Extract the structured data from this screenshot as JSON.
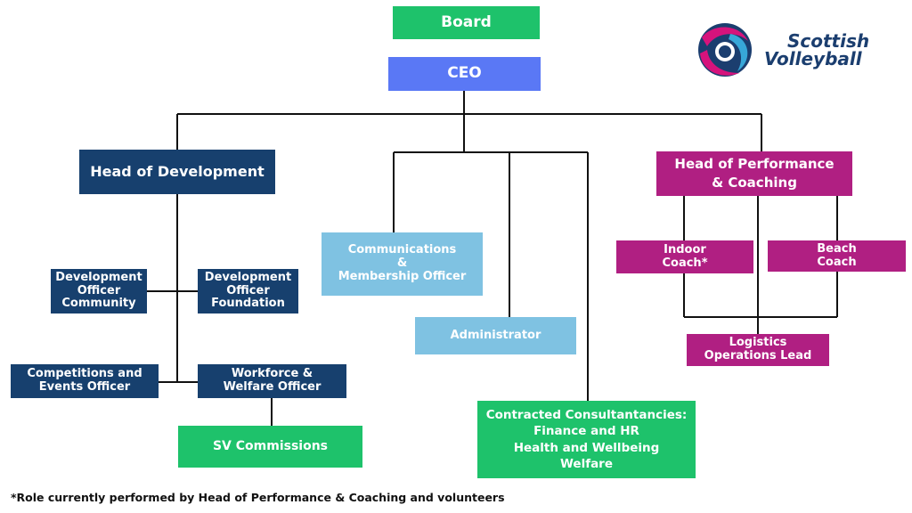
{
  "logo": {
    "line1": "Scottish",
    "line2": "Volleyball"
  },
  "nodes": {
    "board": {
      "label": "Board",
      "color": "#1ec26b"
    },
    "ceo": {
      "label": "CEO",
      "color": "#5a78f5"
    },
    "head_development": {
      "label": "Head of Development",
      "color": "#17406e"
    },
    "dev_officer_community": {
      "line1": "Development",
      "line2": "Officer",
      "line3": "Community"
    },
    "dev_officer_foundation": {
      "line1": "Development",
      "line2": "Officer",
      "line3": "Foundation"
    },
    "competitions_officer": {
      "line1": "Competitions and",
      "line2": "Events Officer"
    },
    "workforce_officer": {
      "line1": "Workforce &",
      "line2": "Welfare Officer"
    },
    "sv_commissions": {
      "label": "SV Commissions"
    },
    "communications_officer": {
      "line1": "Communications",
      "line2": "&",
      "line3": "Membership Officer",
      "color": "#7fc2e2"
    },
    "administrator": {
      "label": "Administrator"
    },
    "contracted_consultancies": {
      "line1": "Contracted Consultantancies:",
      "line2": "Finance and HR",
      "line3": "Health and Wellbeing",
      "line4": "Welfare"
    },
    "head_performance": {
      "line1": "Head of Performance",
      "line2": "& Coaching",
      "color": "#b01f82"
    },
    "indoor_coach": {
      "line1": "Indoor",
      "line2": "Coach*"
    },
    "beach_coach": {
      "line1": "Beach",
      "line2": "Coach"
    },
    "logistics_lead": {
      "line1": "Logistics",
      "line2": "Operations Lead"
    }
  },
  "footnote": "*Role currently performed by Head of Performance & Coaching and volunteers"
}
